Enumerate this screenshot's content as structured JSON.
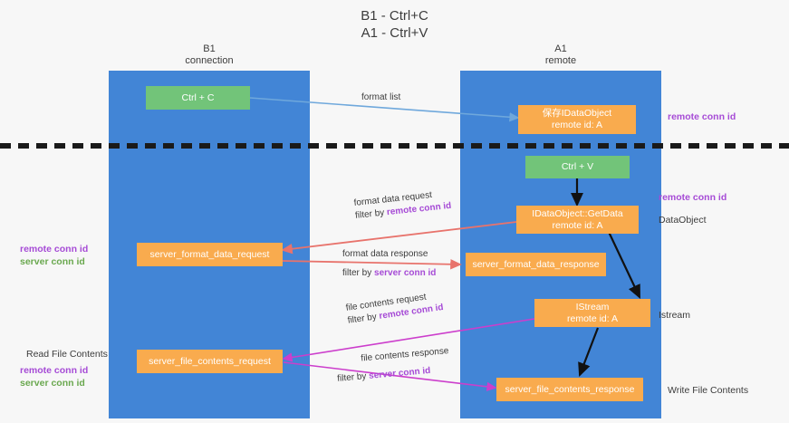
{
  "title": "B1 - Ctrl+C\nA1 - Ctrl+V",
  "columns": [
    {
      "name": "left",
      "line1": "B1",
      "line2": "connection"
    },
    {
      "name": "right",
      "line1": "A1",
      "line2": "remote"
    }
  ],
  "nodes": {
    "ctrl_c": {
      "l1": "Ctrl + C",
      "l2": ""
    },
    "save_idataobject": {
      "l1": "保存IDataObject",
      "l2": "remote id: A"
    },
    "ctrl_v": {
      "l1": "Ctrl + V",
      "l2": ""
    },
    "getdata": {
      "l1": "IDataObject::GetData",
      "l2": "remote id: A"
    },
    "fmt_req": {
      "l1": "server_format_data_request",
      "l2": ""
    },
    "fmt_resp": {
      "l1": "server_format_data_response",
      "l2": ""
    },
    "istream": {
      "l1": "IStream",
      "l2": "remote id: A"
    },
    "file_req": {
      "l1": "server_file_contents_request",
      "l2": ""
    },
    "file_resp": {
      "l1": "server_file_contents_response",
      "l2": ""
    }
  },
  "edge_labels": {
    "format_list": "format list",
    "fmt_req_l1": "format data request",
    "fmt_req_l2_pre": "filter by ",
    "fmt_req_l2_key": "remote conn id",
    "fmt_resp_l1": "format data response",
    "fmt_resp_l2_pre": "filter by ",
    "fmt_resp_l2_key": "server conn id",
    "file_req_l1": "file contents request",
    "file_req_l2_pre": "filter by ",
    "file_req_l2_key": "remote conn id",
    "file_resp_l1": "file contents response",
    "file_resp_l2_pre": "filter by ",
    "file_resp_l2_key": "server conn id"
  },
  "side_labels": {
    "right_remote_top": "remote conn id",
    "right_remote_mid": "remote conn id",
    "right_dataobject": "DataObject",
    "right_istream": "Istream",
    "right_write_file": "Write File Contents",
    "left_remote_conn": "remote conn id",
    "left_server_conn": "server conn id",
    "left_read_file": "Read File Contents",
    "left_remote_conn2": "remote conn id",
    "left_server_conn2": "server conn id"
  },
  "colors": {
    "column_blue": "#4285d6",
    "node_green": "#72c479",
    "node_orange": "#f9ab4e",
    "key_purple": "#a64bd6",
    "key_green": "#6aa84f",
    "arrow_lightblue": "#6fa8dc",
    "arrow_red": "#e8736c",
    "arrow_magenta": "#cc3ecc",
    "arrow_black": "#111111",
    "divider_black": "#1a1a1a",
    "background": "#f7f7f7"
  }
}
